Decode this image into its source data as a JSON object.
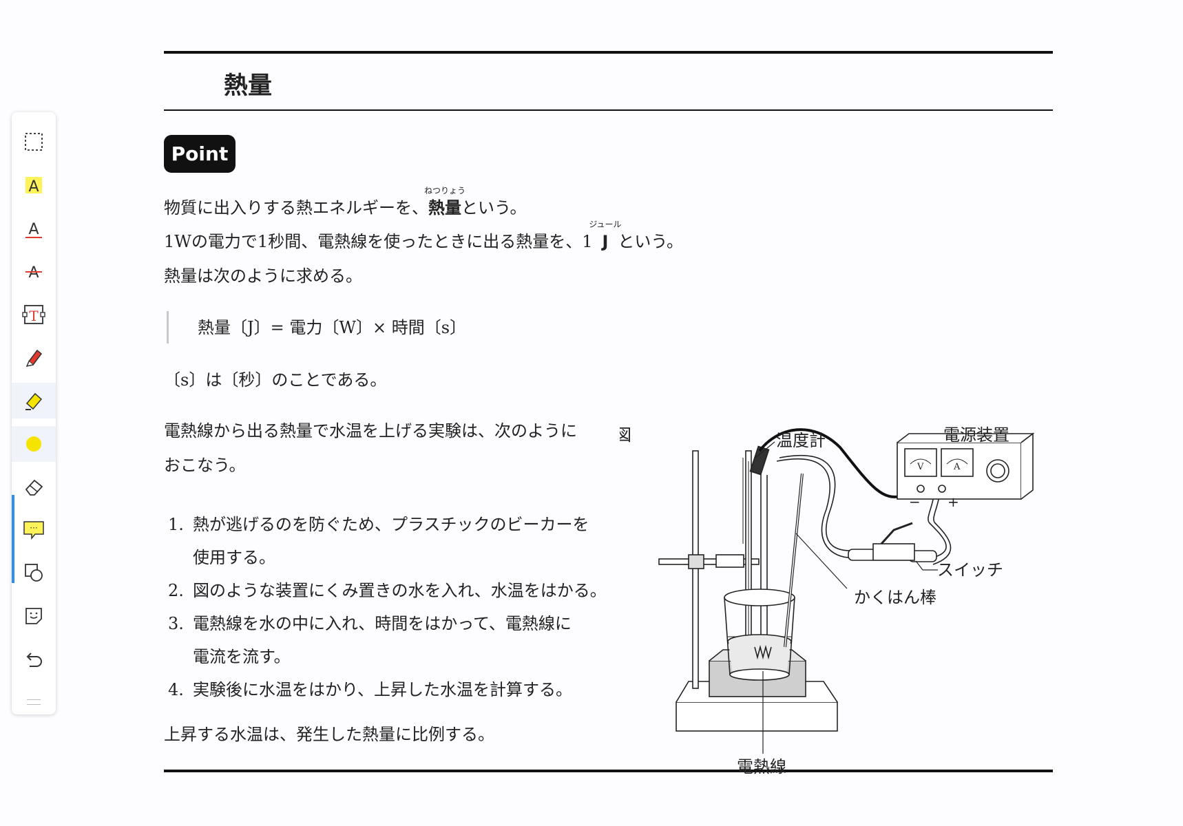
{
  "toolbar": {
    "tools": [
      {
        "name": "select-area-icon"
      },
      {
        "name": "highlight-text-icon",
        "glyph": "A"
      },
      {
        "name": "underline-text-icon",
        "glyph": "A"
      },
      {
        "name": "strikethrough-text-icon",
        "glyph": "A"
      },
      {
        "name": "text-box-icon",
        "glyph": "T"
      },
      {
        "name": "pen-icon"
      },
      {
        "name": "highlighter-icon"
      },
      {
        "name": "color-dot-icon"
      },
      {
        "name": "eraser-icon"
      },
      {
        "name": "comment-icon",
        "glyph": "···"
      },
      {
        "name": "shapes-icon"
      },
      {
        "name": "sticker-icon"
      },
      {
        "name": "undo-icon"
      }
    ],
    "active_color": "#f5e400",
    "accent": "#2f8ff0"
  },
  "page": {
    "title": "熱量",
    "badge": "Point",
    "p1": {
      "before": "物質に出入りする熱エネルギーを、",
      "term": "熱量",
      "term_ruby": "ねつりょう",
      "after": "という。"
    },
    "p2": {
      "before": "1Wの電力で1秒間、電熱線を使ったときに出る熱量を、1",
      "unit": "J",
      "unit_ruby": "ジュール",
      "after": "という。"
    },
    "p3": "熱量は次のように求める。",
    "formula": "熱量〔J〕= 電力〔W〕× 時間〔s〕",
    "note": "〔s〕は〔秒〕のことである。",
    "intro_line1": "電熱線から出る熱量で水温を上げる実験は、次のように",
    "intro_line2": "おこなう。",
    "steps": [
      {
        "num": "1.",
        "line1": "熱が逃げるのを防ぐため、プラスチックのビーカーを",
        "line2": "使用する。"
      },
      {
        "num": "2.",
        "line1": "図のような装置にくみ置きの水を入れ、水温をはかる。",
        "line2": ""
      },
      {
        "num": "3.",
        "line1": "電熱線を水の中に入れ、時間をはかって、電熱線に",
        "line2": "電流を流す。"
      },
      {
        "num": "4.",
        "line1": "実験後に水温をはかり、上昇した水温を計算する。",
        "line2": ""
      }
    ],
    "conclusion": "上昇する水温は、発生した熱量に比例する。"
  },
  "figure": {
    "label": "図",
    "thermometer": "温度計",
    "power_supply": "電源装置",
    "switch": "スイッチ",
    "stirring_rod": "かくはん棒",
    "heating_wire": "電熱線",
    "meter_v": "V",
    "meter_a": "A",
    "minus": "−",
    "plus": "+"
  }
}
